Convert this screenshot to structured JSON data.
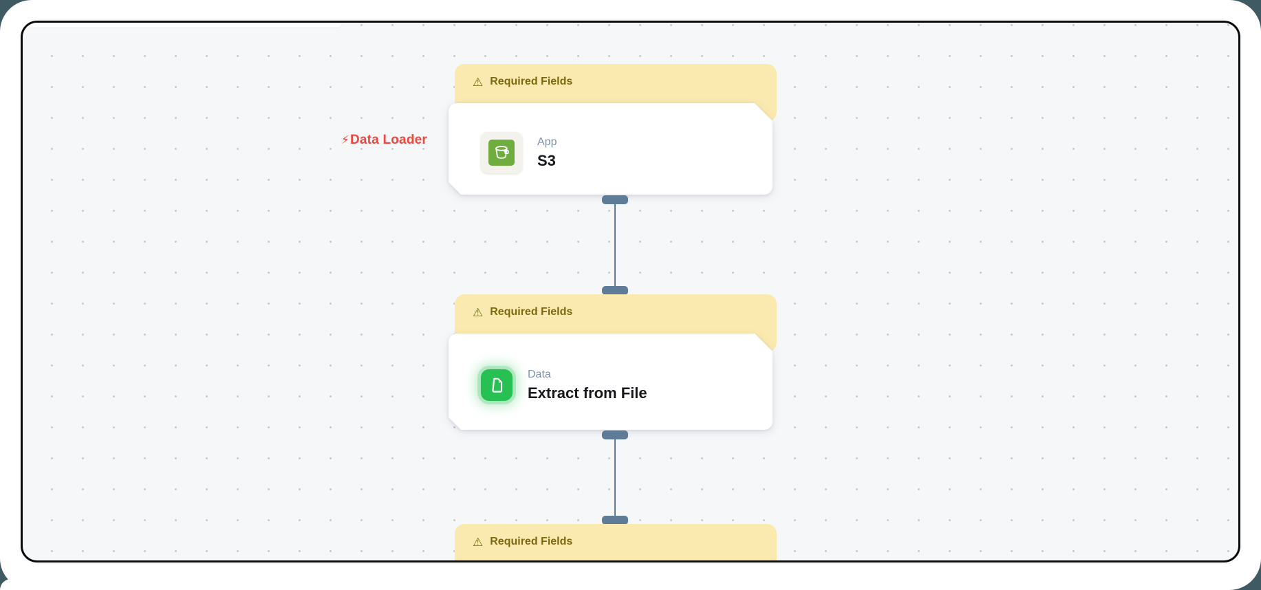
{
  "page": {
    "outer_background": "#3f5a63",
    "sheet_background": "#ffffff"
  },
  "canvas": {
    "background": "#f6f7f9",
    "dot_color": "#c7cbd2",
    "frame_border_color": "#0b0b0c"
  },
  "icons": {
    "warning": "⚠",
    "lightning": "⚡"
  },
  "annotation": {
    "label": "Data Loader",
    "color": "#f4453d"
  },
  "warning_banner": {
    "background": "#fbeab0",
    "text_color": "#7c6a10"
  },
  "nodes": [
    {
      "warning": "Required Fields",
      "category": "App",
      "title": "S3",
      "icon": "s3-bucket-icon",
      "icon_color": "#6fae3e"
    },
    {
      "warning": "Required Fields",
      "category": "Data",
      "title": "Extract from File",
      "icon": "document-icon",
      "icon_color": "#27c053"
    },
    {
      "warning": "Required Fields"
    }
  ],
  "connectors": {
    "color": "#5e7c97",
    "count": 2
  }
}
